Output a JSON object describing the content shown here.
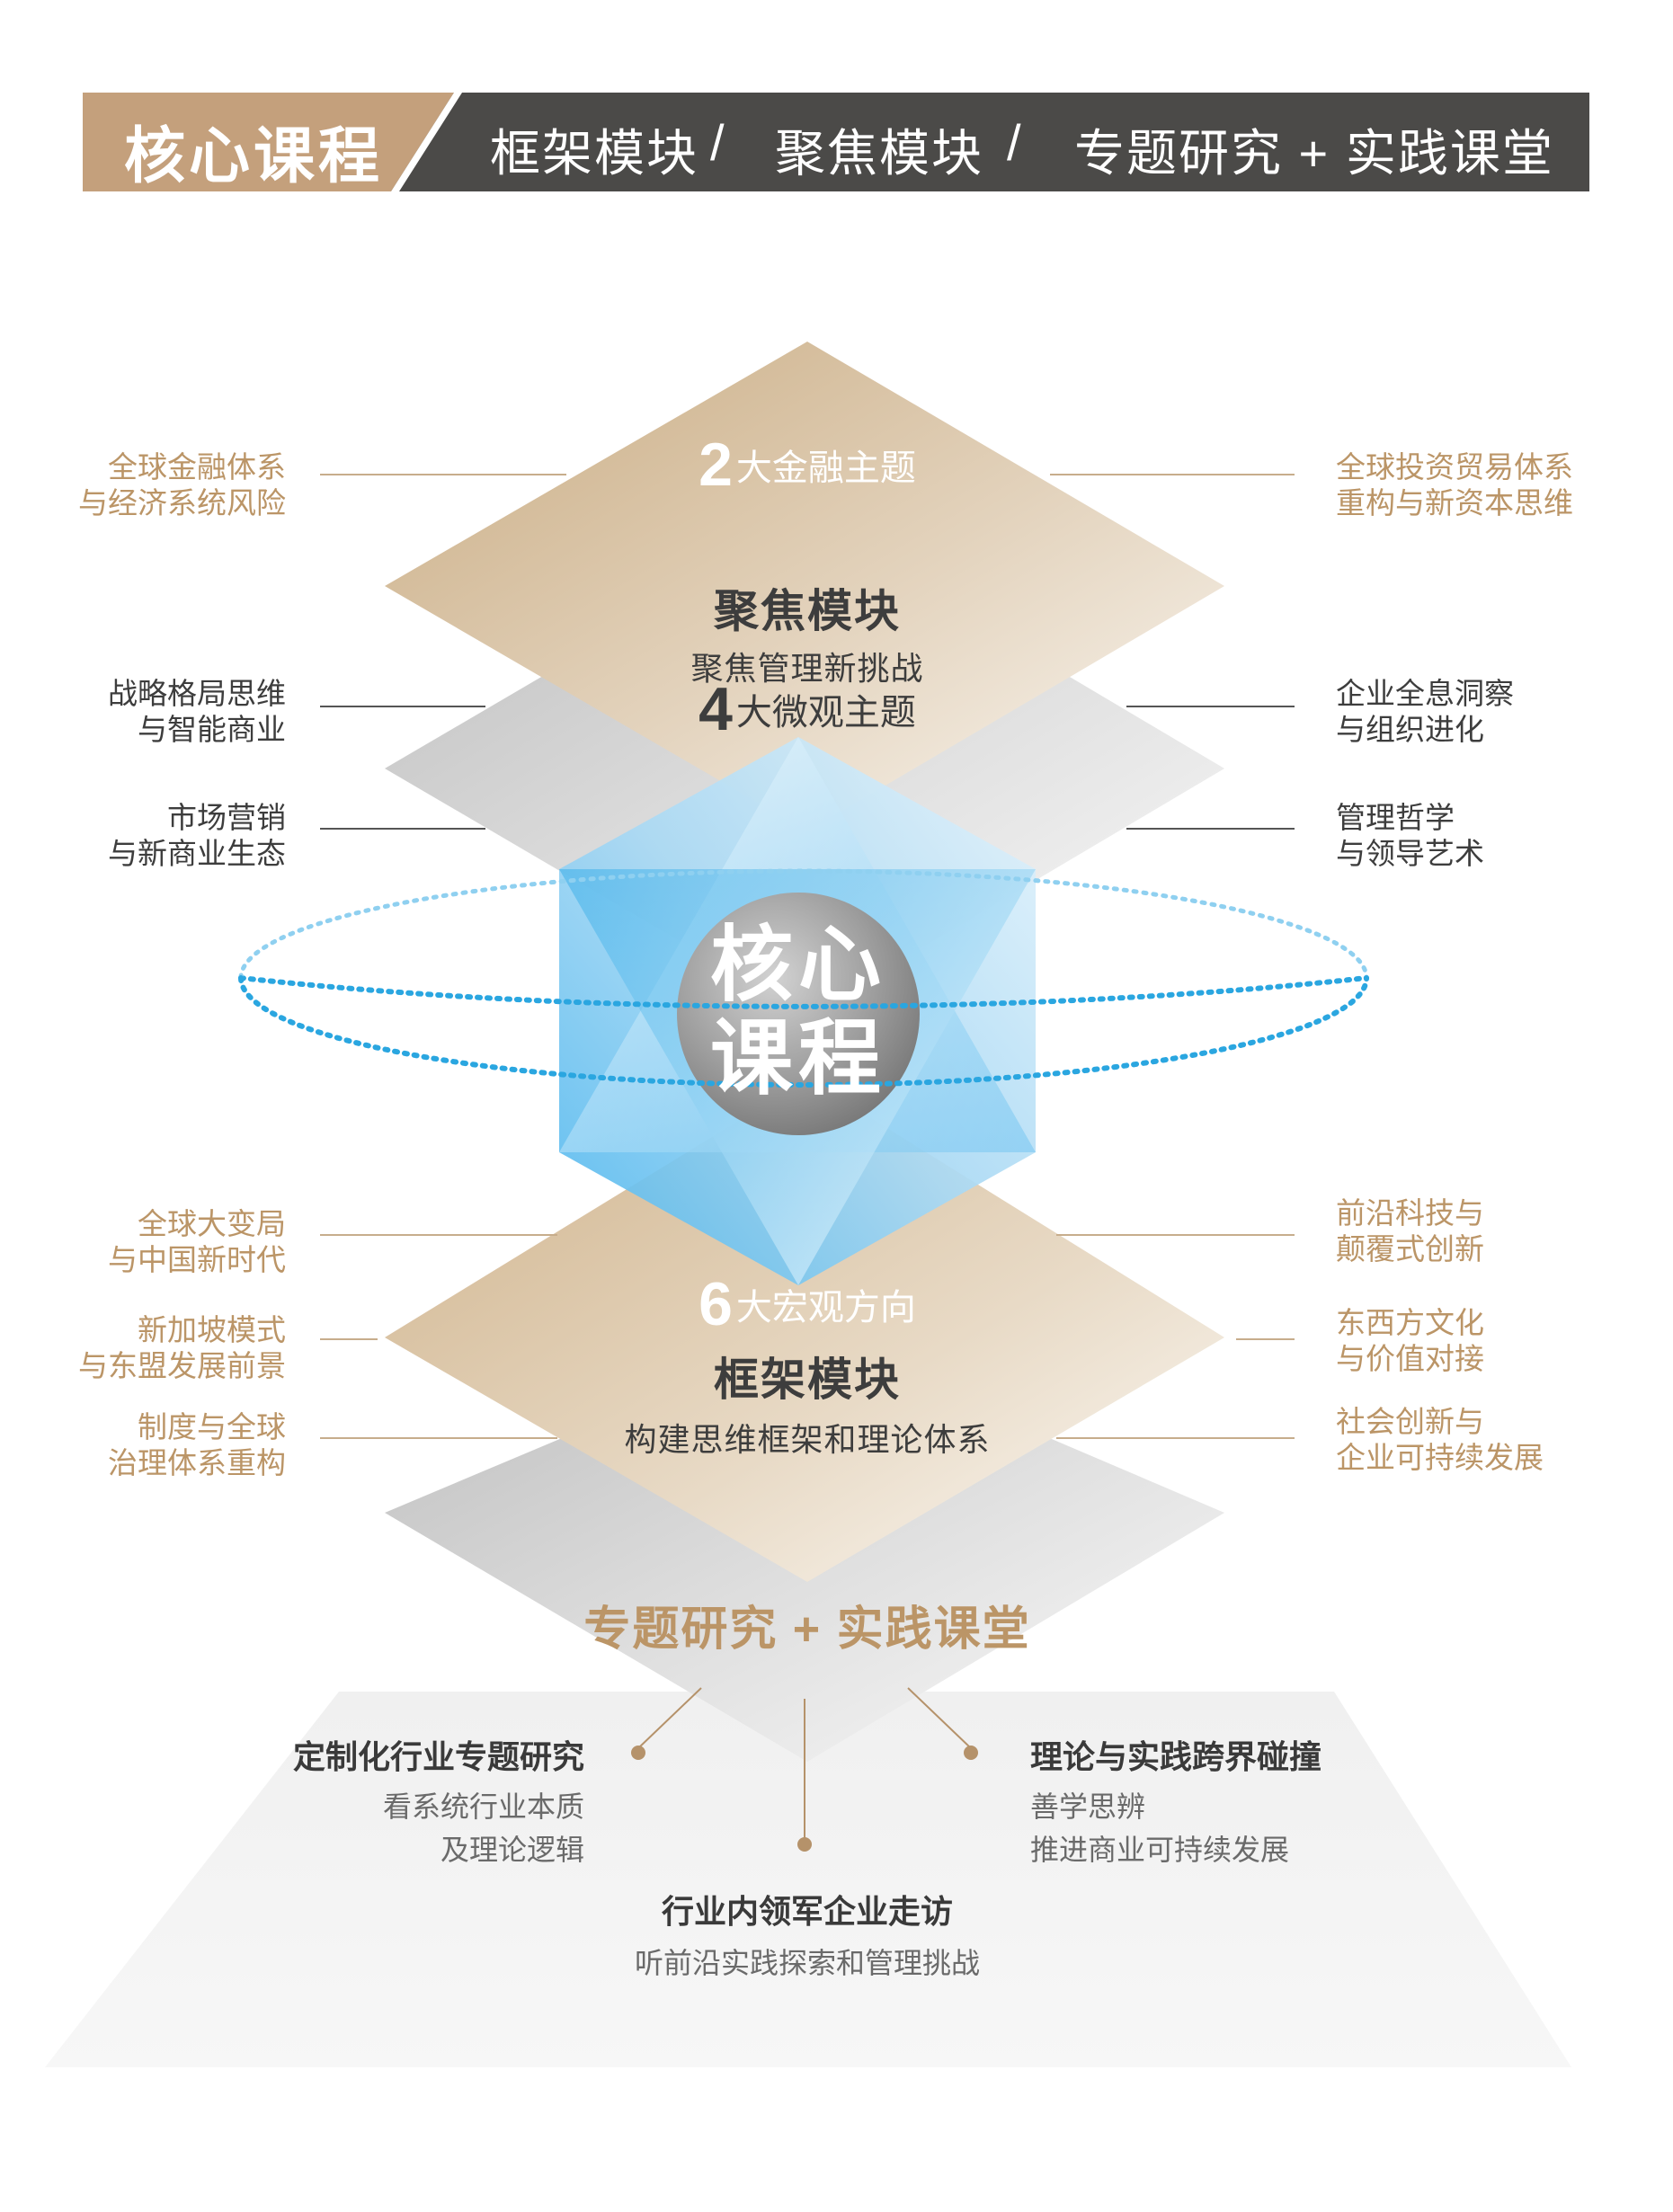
{
  "header": {
    "tab_label": "核心课程",
    "items": [
      "框架模块",
      "/",
      "聚焦模块",
      "/",
      "专题研究 + 实践课堂"
    ]
  },
  "colors": {
    "gold": "#bb9567",
    "header_dark": "#4b4a48",
    "header_tab": "#c4a07c",
    "sky_blue": "#4fb8ec"
  },
  "focus_module": {
    "top_number": "2",
    "top_text": "大金融主题",
    "title": "聚焦模块",
    "subtitle": "聚焦管理新挑战",
    "micro_number": "4",
    "micro_text": "大微观主题"
  },
  "core": {
    "line1": "核心",
    "line2": "课程"
  },
  "framework_module": {
    "number": "6",
    "number_text": "大宏观方向",
    "title": "框架模块",
    "subtitle": "构建思维框架和理论体系"
  },
  "labels": {
    "left": [
      {
        "lines": [
          "全球金融体系",
          "与经济系统风险"
        ],
        "style": "gold"
      },
      {
        "lines": [
          "战略格局思维",
          "与智能商业"
        ],
        "style": "dark"
      },
      {
        "lines": [
          "市场营销",
          "与新商业生态"
        ],
        "style": "dark"
      },
      {
        "lines": [
          "全球大变局",
          "与中国新时代"
        ],
        "style": "gold"
      },
      {
        "lines": [
          "新加坡模式",
          "与东盟发展前景"
        ],
        "style": "gold"
      },
      {
        "lines": [
          "制度与全球",
          "治理体系重构"
        ],
        "style": "gold"
      }
    ],
    "right": [
      {
        "lines": [
          "全球投资贸易体系",
          "重构与新资本思维"
        ],
        "style": "gold"
      },
      {
        "lines": [
          "企业全息洞察",
          "与组织进化"
        ],
        "style": "dark"
      },
      {
        "lines": [
          "管理哲学",
          "与领导艺术"
        ],
        "style": "dark"
      },
      {
        "lines": [
          "前沿科技与",
          "颠覆式创新"
        ],
        "style": "gold"
      },
      {
        "lines": [
          "东西方文化",
          "与价值对接"
        ],
        "style": "gold"
      },
      {
        "lines": [
          "社会创新与",
          "企业可持续发展"
        ],
        "style": "gold"
      }
    ]
  },
  "practice": {
    "title": "专题研究 + 实践课堂",
    "points": [
      {
        "title": "定制化行业专题研究",
        "lines": [
          "看系统行业本质",
          "及理论逻辑"
        ]
      },
      {
        "title": "理论与实践跨界碰撞",
        "lines": [
          "善学思辨",
          "推进商业可持续发展"
        ]
      },
      {
        "title": "行业内领军企业走访",
        "lines": [
          "听前沿实践探索和管理挑战"
        ]
      }
    ]
  }
}
